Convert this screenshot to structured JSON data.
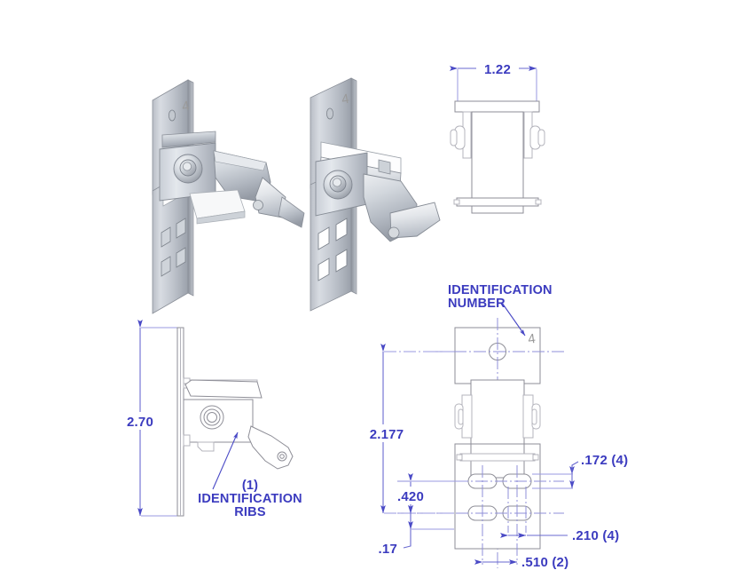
{
  "drawing": {
    "title": "Mounting Bracket Assembly Engineering Drawing",
    "background_color": "#ffffff",
    "dimension_color": "#3b3bbf",
    "line_color": "#8e8e97",
    "id_mark_color": "#9a9a9a"
  },
  "views": {
    "iso_left": {
      "name": "Isometric View Left",
      "id_mark": "4"
    },
    "iso_right": {
      "name": "Isometric View Right",
      "id_mark": "4"
    },
    "top": {
      "name": "Top View"
    },
    "side": {
      "name": "Side View"
    },
    "front": {
      "name": "Front View",
      "id_mark": "4"
    }
  },
  "dimensions": {
    "top_width": "1.22",
    "side_height": "2.70",
    "front_height": "2.177",
    "slot_spacing_vertical": ".420",
    "bottom_edge": ".17",
    "slot_height": ".172 (4)",
    "slot_width": ".210 (4)",
    "slot_pitch": ".510 (2)"
  },
  "annotations": {
    "identification_number": {
      "line1": "IDENTIFICATION",
      "line2": "NUMBER"
    },
    "identification_ribs": {
      "line1": "(1)",
      "line2": "IDENTIFICATION",
      "line3": "RIBS"
    }
  }
}
